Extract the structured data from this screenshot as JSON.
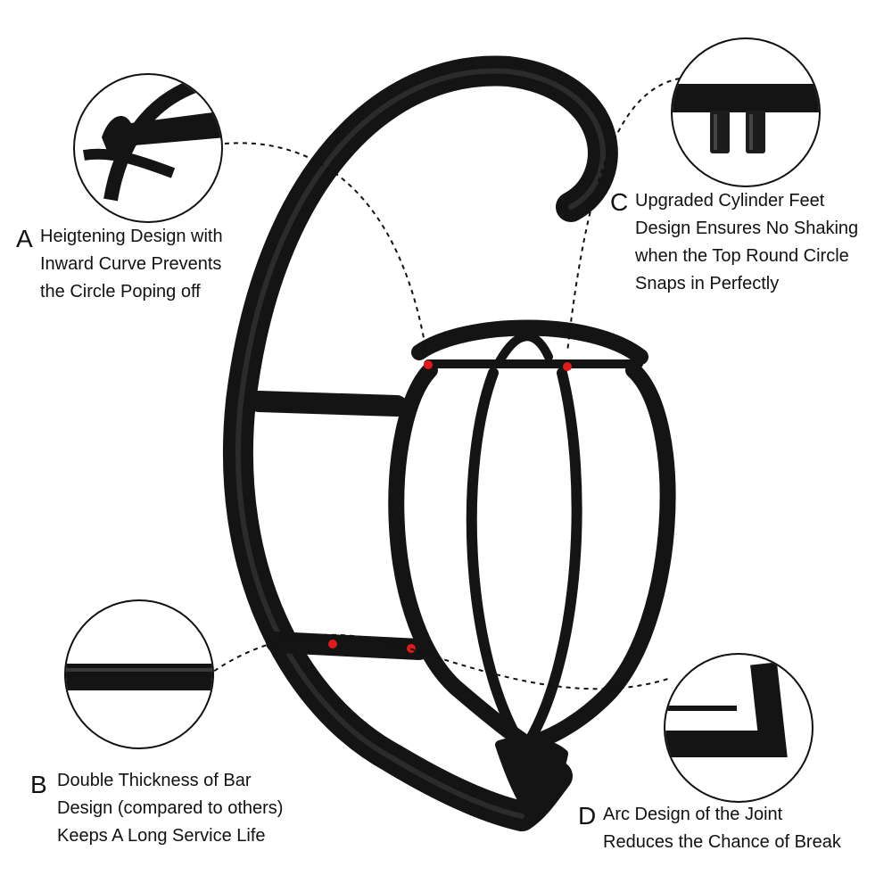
{
  "callouts": [
    {
      "letter": "A",
      "lines": [
        "Heigtening Design with",
        "Inward Curve Prevents",
        "the Circle Poping off"
      ]
    },
    {
      "letter": "B",
      "lines": [
        "Double Thickness of Bar",
        "Design (compared to others)",
        "Keeps A Long Service Life"
      ]
    },
    {
      "letter": "C",
      "lines": [
        "Upgraded Cylinder Feet",
        "Design Ensures No Shaking",
        "when the Top Round Circle",
        "Snaps in Perfectly"
      ]
    },
    {
      "letter": "D",
      "lines": [
        "Arc Design of the Joint",
        "Reduces the Chance of Break"
      ]
    }
  ],
  "colors": {
    "product": "#141414",
    "marker": "#e01b1b",
    "leader": "#111111"
  }
}
